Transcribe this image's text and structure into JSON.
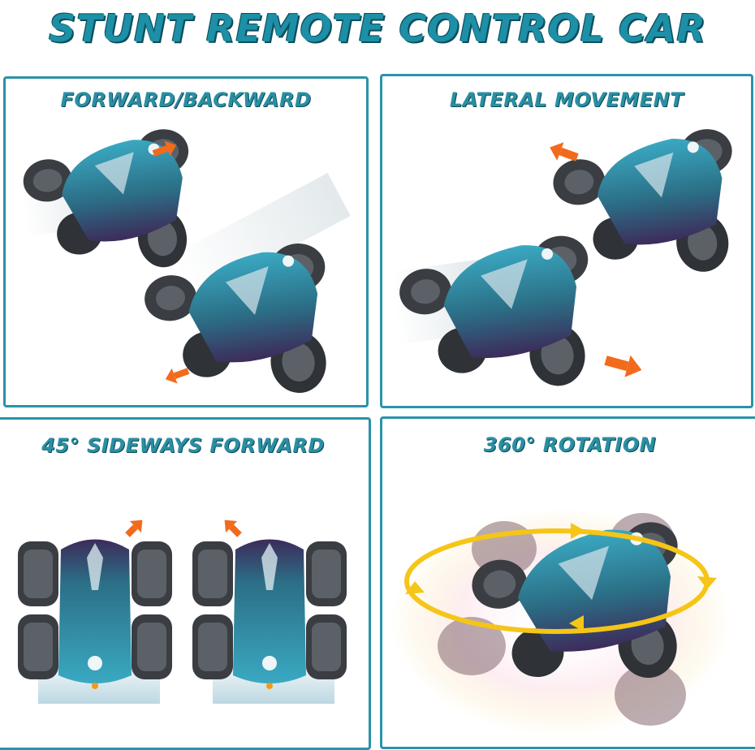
{
  "header": {
    "title": "STUNT REMOTE CONTROL CAR"
  },
  "panels": [
    {
      "title": "FORWARD/BACKWARD"
    },
    {
      "title": "LATERAL MOVEMENT"
    },
    {
      "title": "45° SIDEWAYS FORWARD"
    },
    {
      "title": "360° ROTATION"
    }
  ],
  "colors": {
    "accent": "#2a93a8",
    "title_text": "#1d8fa6",
    "arrow": "#f26b1d",
    "rotation_ring": "#f5c518",
    "car_body": "#2b6f86",
    "car_purple": "#3d2b5a",
    "wheel": "#3a3d42"
  }
}
